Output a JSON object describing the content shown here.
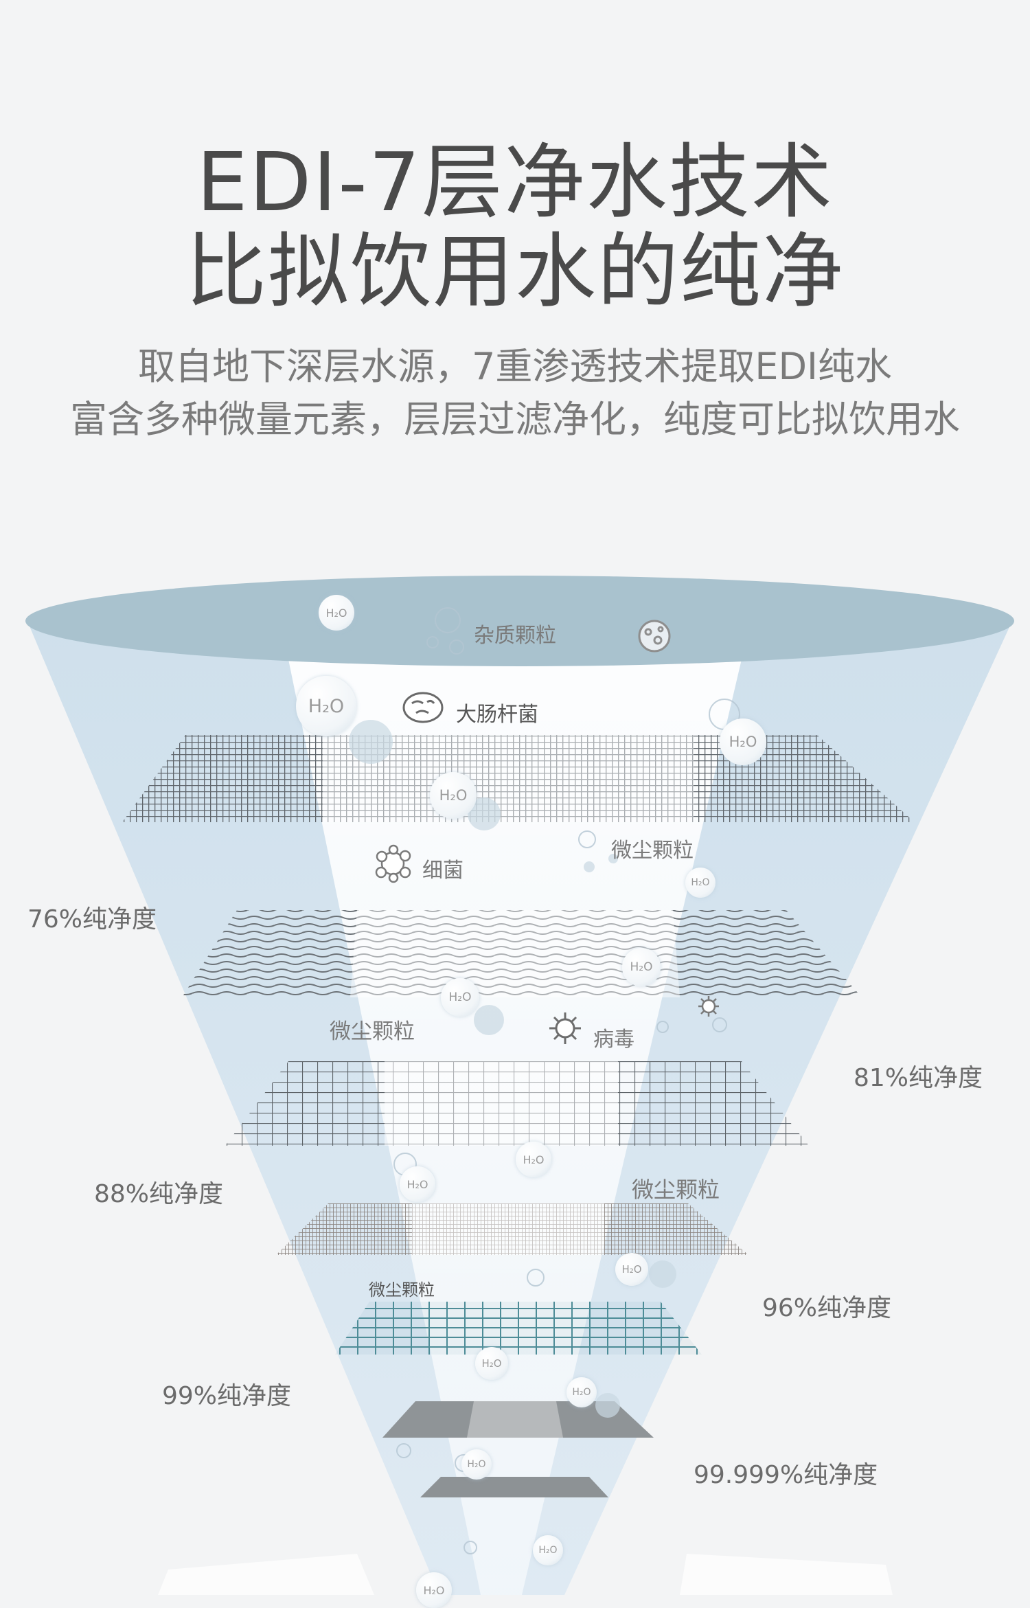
{
  "header": {
    "title_line1": "EDI-7层净水技术",
    "title_line2": "比拟饮用水的纯净",
    "subtitle_line1": "取自地下深层水源，7重渗透技术提取EDI纯水",
    "subtitle_line2": "富含多种微量元素，层层过滤净化，纯度可比拟饮用水"
  },
  "molecule": {
    "label": "H₂O"
  },
  "contaminants": {
    "impurities": "杂质颗粒",
    "ecoli": "大肠杆菌",
    "bacteria": "细菌",
    "dust_1": "微尘颗粒",
    "dust_2": "微尘颗粒",
    "virus": "病毒",
    "dust_3": "微尘颗粒",
    "dust_4": "微尘颗粒"
  },
  "purity_levels": {
    "p76": "76%纯净度",
    "p81": "81%纯净度",
    "p88": "88%纯净度",
    "p96": "96%纯净度",
    "p99": "99%纯净度",
    "p99999": "99.999%纯净度"
  },
  "colors": {
    "background": "#f3f4f5",
    "funnel_blue": "#dbe8f2",
    "top_ellipse": "#a8c1cd",
    "mesh_dark": "#6a6f75",
    "mesh_teal": "#4f8e98",
    "text_gray": "#6b6b6b"
  }
}
